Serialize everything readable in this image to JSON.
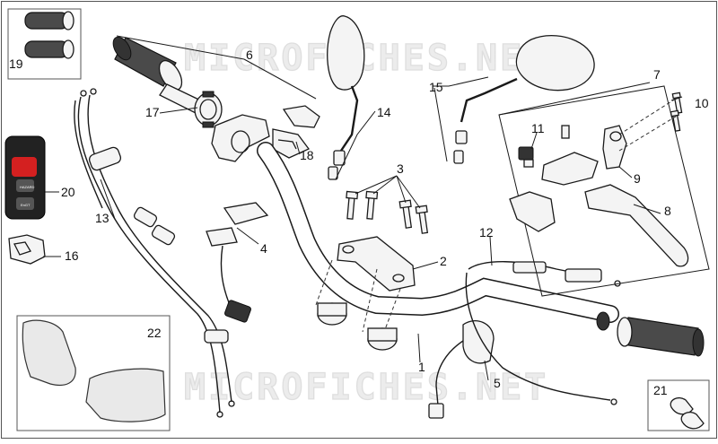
{
  "watermark": "MICROFICHES.NET",
  "callouts": [
    {
      "id": "c1",
      "label": "1"
    },
    {
      "id": "c2",
      "label": "2"
    },
    {
      "id": "c3",
      "label": "3"
    },
    {
      "id": "c4",
      "label": "4"
    },
    {
      "id": "c5",
      "label": "5"
    },
    {
      "id": "c6",
      "label": "6"
    },
    {
      "id": "c7",
      "label": "7"
    },
    {
      "id": "c8",
      "label": "8"
    },
    {
      "id": "c9",
      "label": "9"
    },
    {
      "id": "c10",
      "label": "10"
    },
    {
      "id": "c11",
      "label": "11"
    },
    {
      "id": "c12",
      "label": "12"
    },
    {
      "id": "c13",
      "label": "13"
    },
    {
      "id": "c14",
      "label": "14"
    },
    {
      "id": "c15",
      "label": "15"
    },
    {
      "id": "c16",
      "label": "16"
    },
    {
      "id": "c17",
      "label": "17"
    },
    {
      "id": "c18",
      "label": "18"
    },
    {
      "id": "c19",
      "label": "19"
    },
    {
      "id": "c20",
      "label": "20"
    },
    {
      "id": "c21",
      "label": "21"
    },
    {
      "id": "c22",
      "label": "22"
    }
  ],
  "switch_labels": {
    "top": "HAZARD",
    "bottom": "EnGT"
  },
  "colors": {
    "line": "#1a1a1a",
    "watermark": "#ececec",
    "switch_red": "#d42020",
    "switch_body": "#222222"
  }
}
